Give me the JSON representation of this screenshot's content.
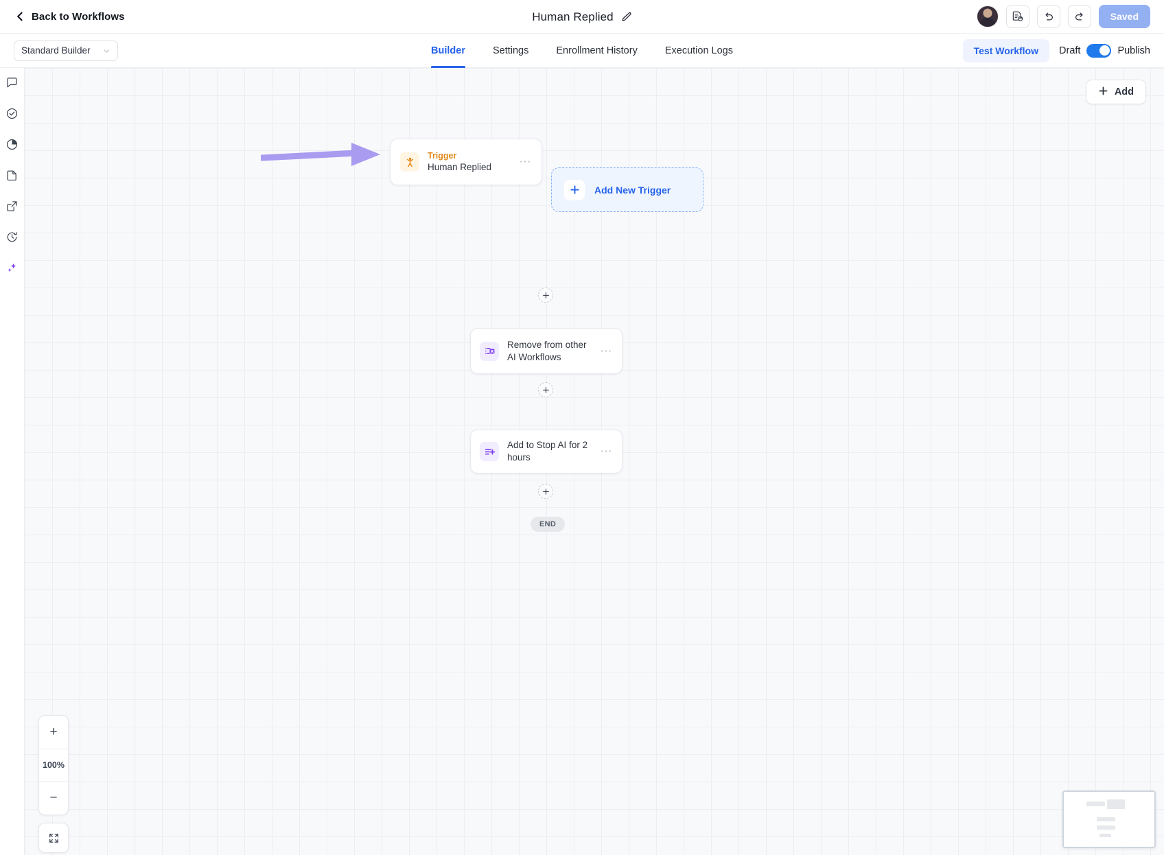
{
  "topbar": {
    "back_label": "Back to Workflows",
    "back_icon": "chevron-left-icon",
    "workflow_title": "Human Replied",
    "edit_icon": "pencil-icon",
    "avatar_icon": "user-avatar",
    "logs_icon": "document-refresh-icon",
    "undo_icon": "undo-icon",
    "redo_icon": "redo-icon",
    "save_state_label": "Saved"
  },
  "subbar": {
    "builder_mode": "Standard Builder",
    "builder_caret_icon": "chevron-down-icon",
    "tabs": [
      {
        "label": "Builder",
        "active": true
      },
      {
        "label": "Settings",
        "active": false
      },
      {
        "label": "Enrollment History",
        "active": false
      },
      {
        "label": "Execution Logs",
        "active": false
      }
    ],
    "test_workflow_label": "Test Workflow",
    "draft_label": "Draft",
    "publish_label": "Publish",
    "toggle_state": "draft",
    "accent_blue": "#2563eb"
  },
  "rail": {
    "items": [
      {
        "icon": "chat-bubble-icon"
      },
      {
        "icon": "check-circle-icon"
      },
      {
        "icon": "pie-chart-icon"
      },
      {
        "icon": "document-icon"
      },
      {
        "icon": "external-link-icon"
      },
      {
        "icon": "clock-history-icon"
      },
      {
        "icon": "sparkle-ai-icon"
      }
    ]
  },
  "canvas": {
    "add_button_label": "Add",
    "add_button_icon": "plus-icon",
    "zoom_level": "100%",
    "zoom_in_label": "+",
    "zoom_out_label": "−",
    "fit_icon": "fit-screen-icon",
    "end_label": "END",
    "trigger_node": {
      "kicker": "Trigger",
      "name": "Human Replied",
      "icon": "person-raised-arms-icon",
      "icon_color": "#e8881a",
      "icon_bg": "#fff5e2",
      "menu_icon": "ellipsis-icon"
    },
    "add_new_trigger": {
      "label": "Add New Trigger",
      "icon": "plus-icon"
    },
    "action_nodes": [
      {
        "title": "Remove from other AI Workflows",
        "icon": "list-remove-icon",
        "icon_color": "#7c3aed",
        "menu_icon": "ellipsis-icon"
      },
      {
        "title": "Add to Stop AI for 2 hours",
        "icon": "list-add-icon",
        "icon_color": "#7c3aed",
        "menu_icon": "ellipsis-icon"
      }
    ],
    "annotation": {
      "type": "arrow",
      "color": "#a99bf0",
      "points_to": "trigger_node"
    }
  }
}
